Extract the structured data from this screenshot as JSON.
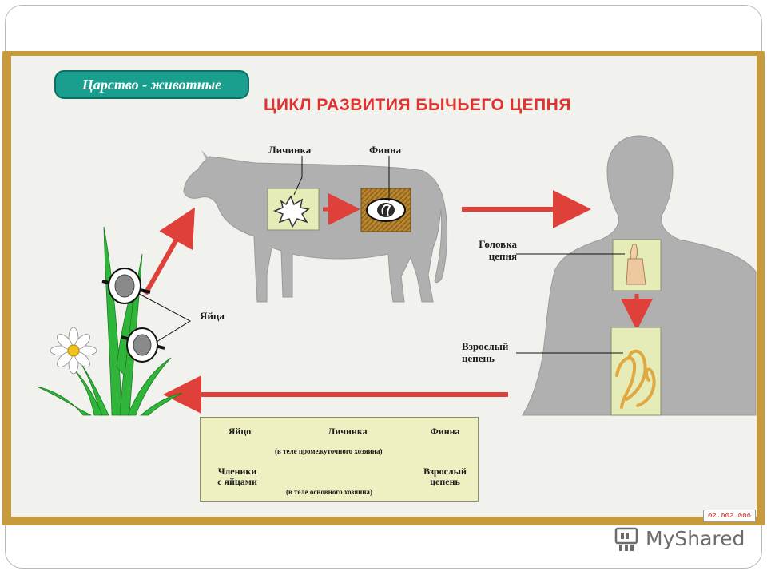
{
  "badge": {
    "text": "Царство - животные"
  },
  "title": "ЦИКЛ РАЗВИТИЯ БЫЧЬЕГО ЦЕПНЯ",
  "labels": {
    "larva": "Личинка",
    "finna": "Финна",
    "eggs": "Яйца",
    "head": [
      "Головка",
      "цепня"
    ],
    "adult": [
      "Взрослый",
      "цепень"
    ]
  },
  "summary": {
    "egg": "Яйцо",
    "larva": "Личинка",
    "finna": "Финна",
    "adult": [
      "Взрослый",
      "цепень"
    ],
    "segments": [
      "Членики",
      "с яйцами"
    ],
    "note_intermediate": "(в теле промежуточного хозяина)",
    "note_main": "(в теле основного хозяина)"
  },
  "code": "02.002.006",
  "watermark": "MyShared",
  "colors": {
    "arrow": "#e0403a",
    "silhouette": "#b0b0b0",
    "board": "#c79a3c",
    "badge": "#1a9f8e",
    "title": "#e0322f"
  }
}
